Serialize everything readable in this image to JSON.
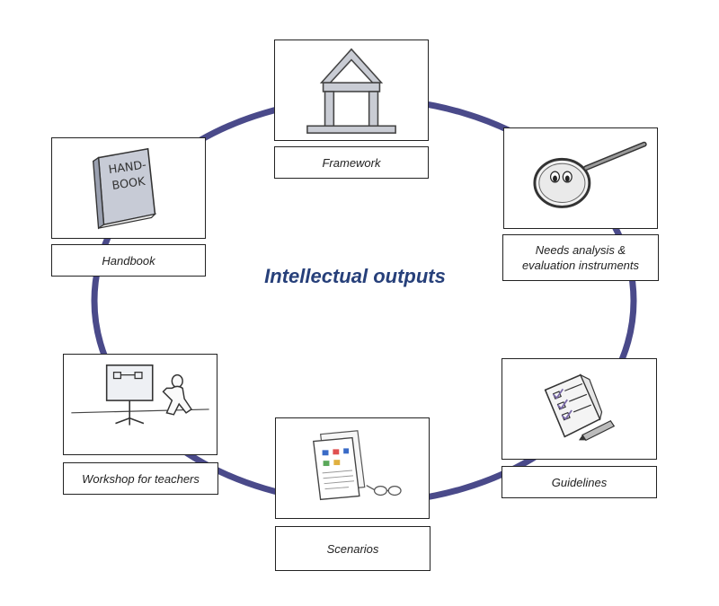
{
  "title": "Intellectual outputs",
  "ring_color": "#4a4a8a",
  "title_color": "#27407a",
  "nodes": {
    "framework": {
      "label": "Framework",
      "icon": "house-frame-icon"
    },
    "needs": {
      "label": "Needs analysis & evaluation instruments",
      "icon": "magnifying-glass-icon"
    },
    "guidelines": {
      "label": "Guidelines",
      "icon": "checklist-pencil-icon"
    },
    "scenarios": {
      "label": "Scenarios",
      "icon": "scenario-sheets-icon"
    },
    "workshop": {
      "label": "Workshop for teachers",
      "icon": "presentation-board-icon"
    },
    "handbook": {
      "label": "Handbook",
      "icon": "handbook-icon",
      "cover_text_1": "HAND-",
      "cover_text_2": "BOOK"
    }
  }
}
